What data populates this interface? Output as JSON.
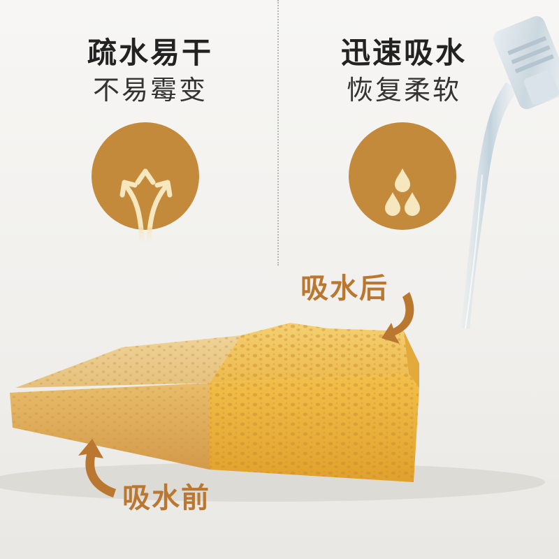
{
  "left_panel": {
    "title": "疏水易干",
    "subtitle": "不易霉变",
    "icon": "arrows-up-icon"
  },
  "right_panel": {
    "title": "迅速吸水",
    "subtitle": "恢复柔软",
    "icon": "water-drops-icon"
  },
  "labels": {
    "after": "吸水后",
    "before": "吸水前"
  },
  "colors": {
    "accent": "#c48a3c",
    "label": "#b9772f",
    "sponge_dry": "#e9c888",
    "sponge_wet": "#f0c45a",
    "icon_fill": "#f6e7bf"
  }
}
